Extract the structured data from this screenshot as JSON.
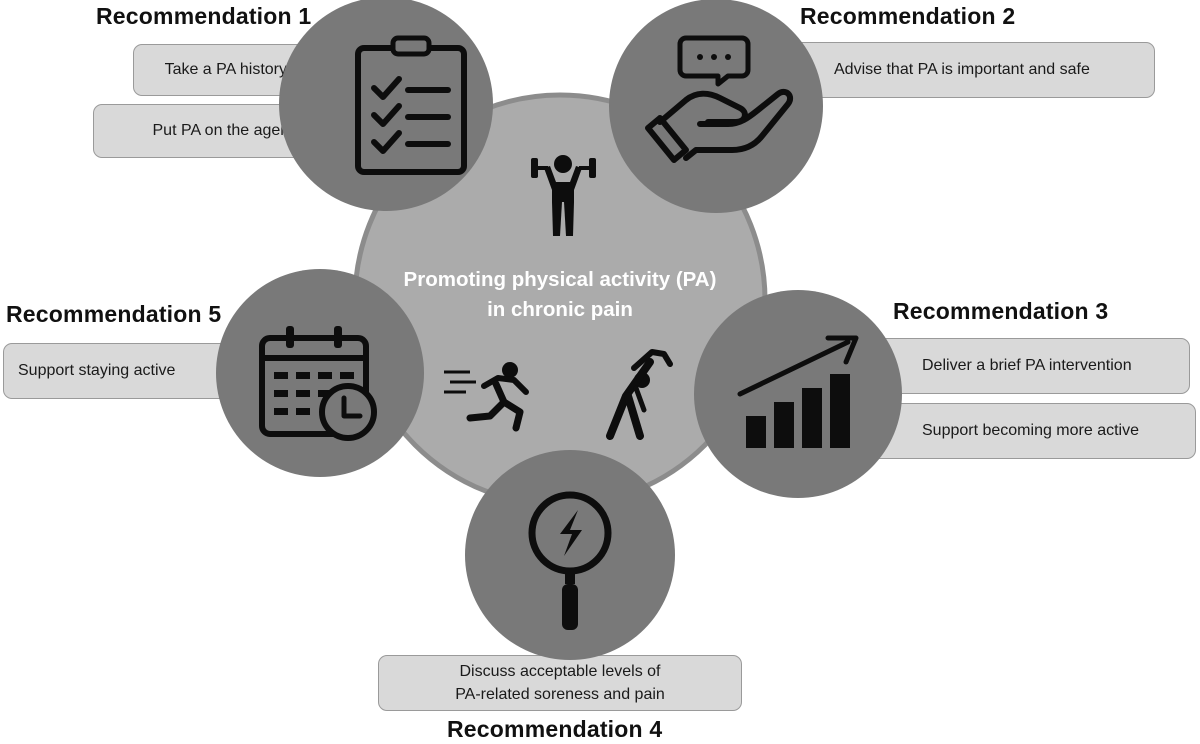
{
  "center": {
    "title_line1": "Promoting physical activity (PA)",
    "title_line2": "in chronic pain"
  },
  "recommendations": [
    {
      "title": "Recommendation 1",
      "items": [
        "Take a PA history",
        "Put PA on the agenda"
      ],
      "icon": "clipboard-checklist-icon"
    },
    {
      "title": "Recommendation 2",
      "items": [
        "Advise that PA is important and safe"
      ],
      "icon": "hand-speech-bubble-icon"
    },
    {
      "title": "Recommendation 3",
      "items": [
        "Deliver a brief PA intervention",
        "Support becoming more active"
      ],
      "icon": "growth-chart-icon"
    },
    {
      "title": "Recommendation 4",
      "items": [
        "Discuss acceptable levels of",
        "PA-related soreness and pain"
      ],
      "icon": "magnifier-lightning-icon"
    },
    {
      "title": "Recommendation 5",
      "items": [
        "Support staying active"
      ],
      "icon": "calendar-clock-icon"
    }
  ],
  "center_icons": [
    "weightlifter-icon",
    "runner-icon",
    "stretching-person-icon"
  ],
  "colors": {
    "center_circle": "#ababab",
    "center_border": "#8c8c8c",
    "outer_circle": "#797979",
    "box_fill": "#d9d9d9",
    "icon": "#0d0d0d"
  }
}
